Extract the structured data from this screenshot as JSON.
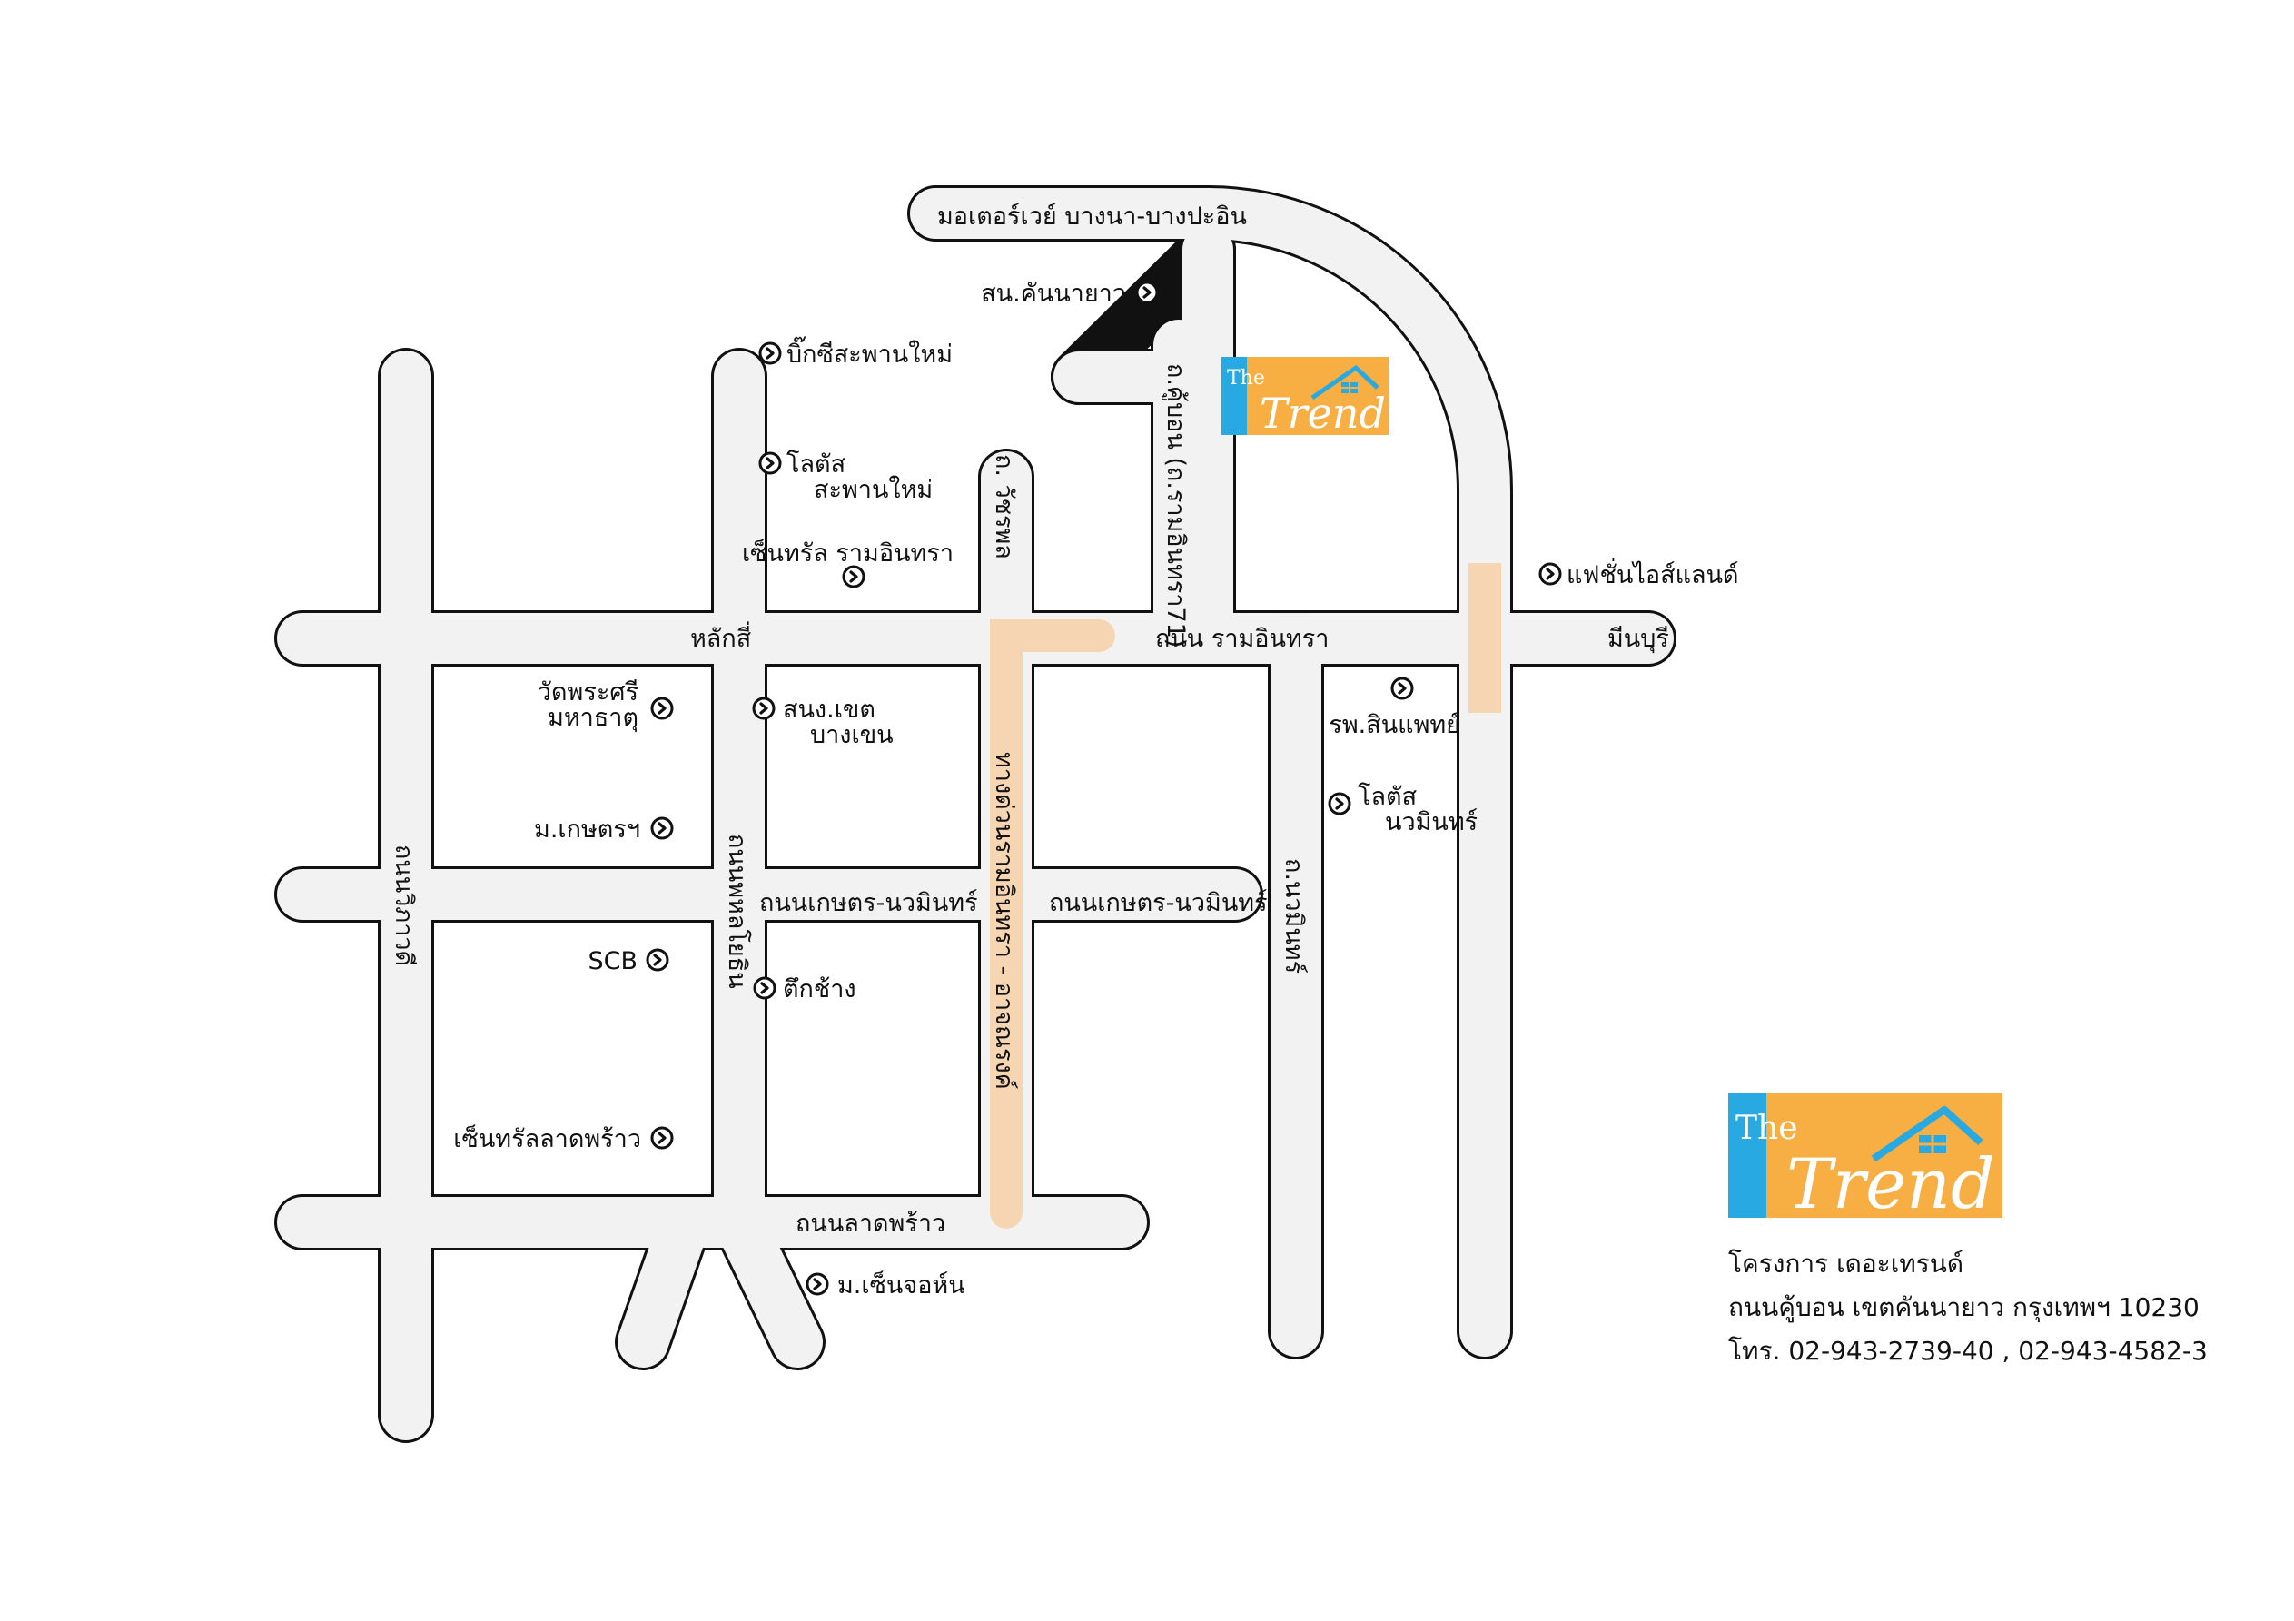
{
  "colors": {
    "road_fill": "#f2f2f2",
    "road_outline": "#111111",
    "highlight": "#f6d6b2",
    "logo_orange": "#f7ae43",
    "logo_blue": "#29a9e1"
  },
  "roads": {
    "ramintra": "ถนน รามอินทรา",
    "lak_si": "หลักสี่",
    "min_buri": "มีนบุรี",
    "kaset_nawamin_west": "ถนนเกษตร-นวมินทร์",
    "kaset_nawamin_east": "ถนนเกษตร-นวมินทร์",
    "lat_phrao": "ถนนลาดพร้าว",
    "motorway": "มอเตอร์เวย์ บางนา-บางปะอิน",
    "vibhavadi": "ถนนวิภาวดี",
    "phahonyothin": "ถนนพหลโยธิน",
    "expressway": "ทางด่วนรามอินทรา - อาจณรงค์",
    "watcharaphon": "ถ. วัชรพล",
    "khu_bon": "ถ.คู้บอน (ถ.รามอินทรา71)",
    "nawamin": "ถ.นวมินทร์"
  },
  "landmarks": [
    {
      "id": "kannayao-police",
      "text": "สน.คันนายาว"
    },
    {
      "id": "big-c-saphan-mai",
      "text": "บิ๊กซีสะพานใหม่"
    },
    {
      "id": "lotus-saphan-mai",
      "text": "โลตัส\nสะพานใหม่"
    },
    {
      "id": "central-ramintra",
      "text": "เซ็นทรัล รามอินทรา"
    },
    {
      "id": "fashion-island",
      "text": "แฟชั่นไอส์แลนด์"
    },
    {
      "id": "wat-phra-si",
      "text": "วัดพระศรี\nมหาธาตุ"
    },
    {
      "id": "bangkhen-district",
      "text": "สนง.เขต\nบางเขน"
    },
    {
      "id": "sinphaet-hospital",
      "text": "รพ.สินแพทย์"
    },
    {
      "id": "lotus-nawamin",
      "text": "โลตัส\nนวมินทร์"
    },
    {
      "id": "kaset-university",
      "text": "ม.เกษตรฯ"
    },
    {
      "id": "scb",
      "text": "SCB"
    },
    {
      "id": "tuk-chang",
      "text": "ตึกช้าง"
    },
    {
      "id": "central-ladprao",
      "text": "เซ็นทรัลลาดพร้าว"
    },
    {
      "id": "st-john-university",
      "text": "ม.เซ็นจอห์น"
    }
  ],
  "logo": {
    "the": "The",
    "trend": "Trend"
  },
  "info": {
    "project": "โครงการ เดอะเทรนด์",
    "address": "ถนนคู้บอน เขตคันนายาว กรุงเทพฯ 10230",
    "phone": "โทร. 02-943-2739-40 , 02-943-4582-3"
  }
}
